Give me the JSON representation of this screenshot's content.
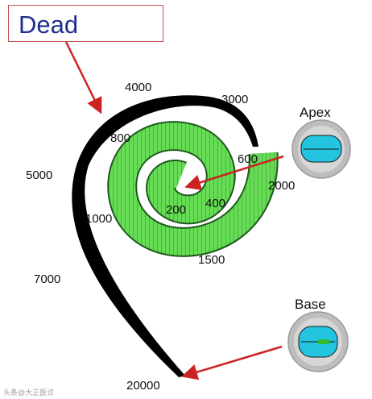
{
  "title": "Dead",
  "labels": {
    "f4000": "4000",
    "f3000": "3000",
    "f800": "800",
    "f600": "600",
    "f5000": "5000",
    "f2000": "2000",
    "f400": "400",
    "f200": "200",
    "f1000": "1000",
    "f1500": "1500",
    "f7000": "7000",
    "f20000": "20000"
  },
  "insets": {
    "apex": "Apex",
    "base": "Base"
  },
  "watermark": "头条@大正医诊",
  "colors": {
    "title": "#1f2f8f",
    "box_border": "#c0504d",
    "arrow": "#cc2222",
    "ribbon": "#66dd55",
    "cell": "#22c4e0",
    "dead": "#000000"
  }
}
